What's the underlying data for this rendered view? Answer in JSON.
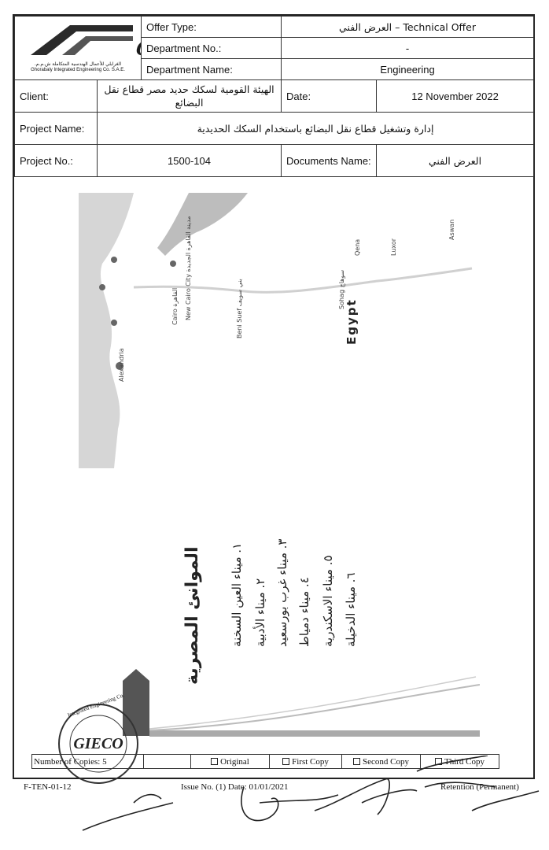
{
  "header": {
    "logo_text": "GIECO",
    "logo_arabic": "الغرابلي للأعمال الهندسية المتكاملة ش.م.م.",
    "logo_english": "Ghorabaly Integrated Engineering Co. S.A.E.",
    "offer_type_label": "Offer Type:",
    "offer_type_value": "Technical Offer – العرض الفني",
    "department_no_label": "Department No.:",
    "department_no_value": "-",
    "department_name_label": "Department Name:",
    "department_name_value": "Engineering",
    "client_label": "Client:",
    "client_value": "الهيئة القومية لسكك حديد مصر قطاع نقل البضائع",
    "date_label": "Date:",
    "date_value": "12 November 2022",
    "project_name_label": "Project Name:",
    "project_name_value": "إدارة وتشغيل قطاع نقل البضائع باستخدام السكك الحديدية",
    "project_no_label": "Project No.:",
    "project_no_value": "1500-104",
    "documents_name_label": "Documents Name:",
    "documents_name_value": "العرض الفني"
  },
  "map": {
    "country_label": "Egypt",
    "cities": [
      "Cairo القاهرة",
      "New Cairo City مدينة القاهرة الجديدة",
      "Alexandria",
      "Beni Suef بني سويف",
      "Sohag سوهاج",
      "Luxor",
      "Qena",
      "Aswan"
    ]
  },
  "ports": {
    "title": "الموانئ المصرية",
    "items": [
      "١. ميناء العين السخنة",
      "٢. ميناء الأدبية",
      "٣. ميناء غرب بورسعيد",
      "٤. ميناء دمياط",
      "٥. ميناء الاسكندرية",
      "٦. ميناء الدخيلة"
    ]
  },
  "footer": {
    "copies_label": "Number of Copies:",
    "copies_value": "5",
    "original": "Original",
    "first_copy": "First Copy",
    "second_copy": "Second Copy",
    "third_copy": "Third Copy",
    "form_code": "F-TEN-01-12",
    "issue": "Issue No. (1) Date: 01/01/2021",
    "retention": "Retention (Permanent)",
    "stamp_text": "Integrated Engineering Co."
  },
  "colors": {
    "accent_dark": "#3a3a3a",
    "bar": "#555"
  }
}
